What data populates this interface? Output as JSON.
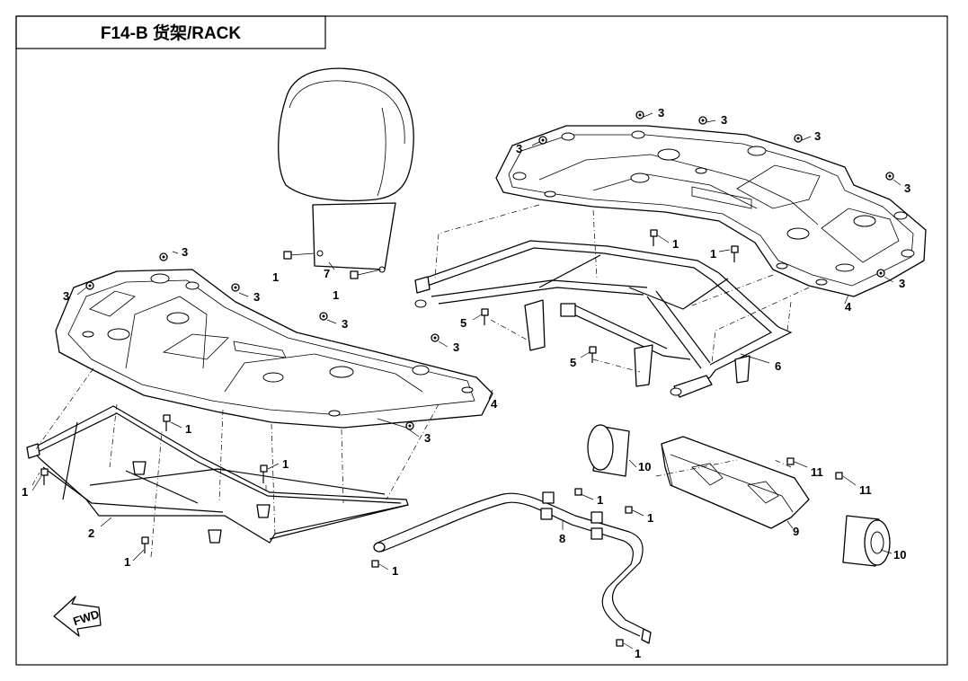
{
  "title": "F14-B 货架/RACK",
  "fwd_label": "FWD",
  "callouts": {
    "c1a": "1",
    "c1b": "1",
    "c1c": "1",
    "c1d": "1",
    "c1e": "1",
    "c1f": "1",
    "c1g": "1",
    "c1h": "1",
    "c1i": "1",
    "c1j": "1",
    "c1k": "1",
    "c1l": "1",
    "c2": "2",
    "c3a": "3",
    "c3b": "3",
    "c3c": "3",
    "c3d": "3",
    "c3e": "3",
    "c3f": "3",
    "c3g": "3",
    "c3h": "3",
    "c3i": "3",
    "c3j": "3",
    "c3k": "3",
    "c3l": "3",
    "c4a": "4",
    "c4b": "4",
    "c5a": "5",
    "c5b": "5",
    "c6": "6",
    "c7": "7",
    "c8": "8",
    "c9": "9",
    "c10a": "10",
    "c10b": "10",
    "c11a": "11",
    "c11b": "11"
  }
}
